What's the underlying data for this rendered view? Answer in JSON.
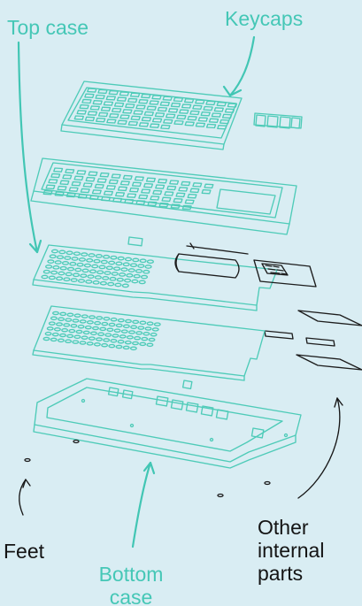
{
  "labels": {
    "top_case": "Top case",
    "keycaps": "Keycaps",
    "feet": "Feet",
    "bottom_case": "Bottom\ncase",
    "other_internal_parts": "Other\ninternal\nparts"
  },
  "colors": {
    "background": "#d9edf3",
    "teal": "#45c7b6",
    "dark": "#141414"
  }
}
